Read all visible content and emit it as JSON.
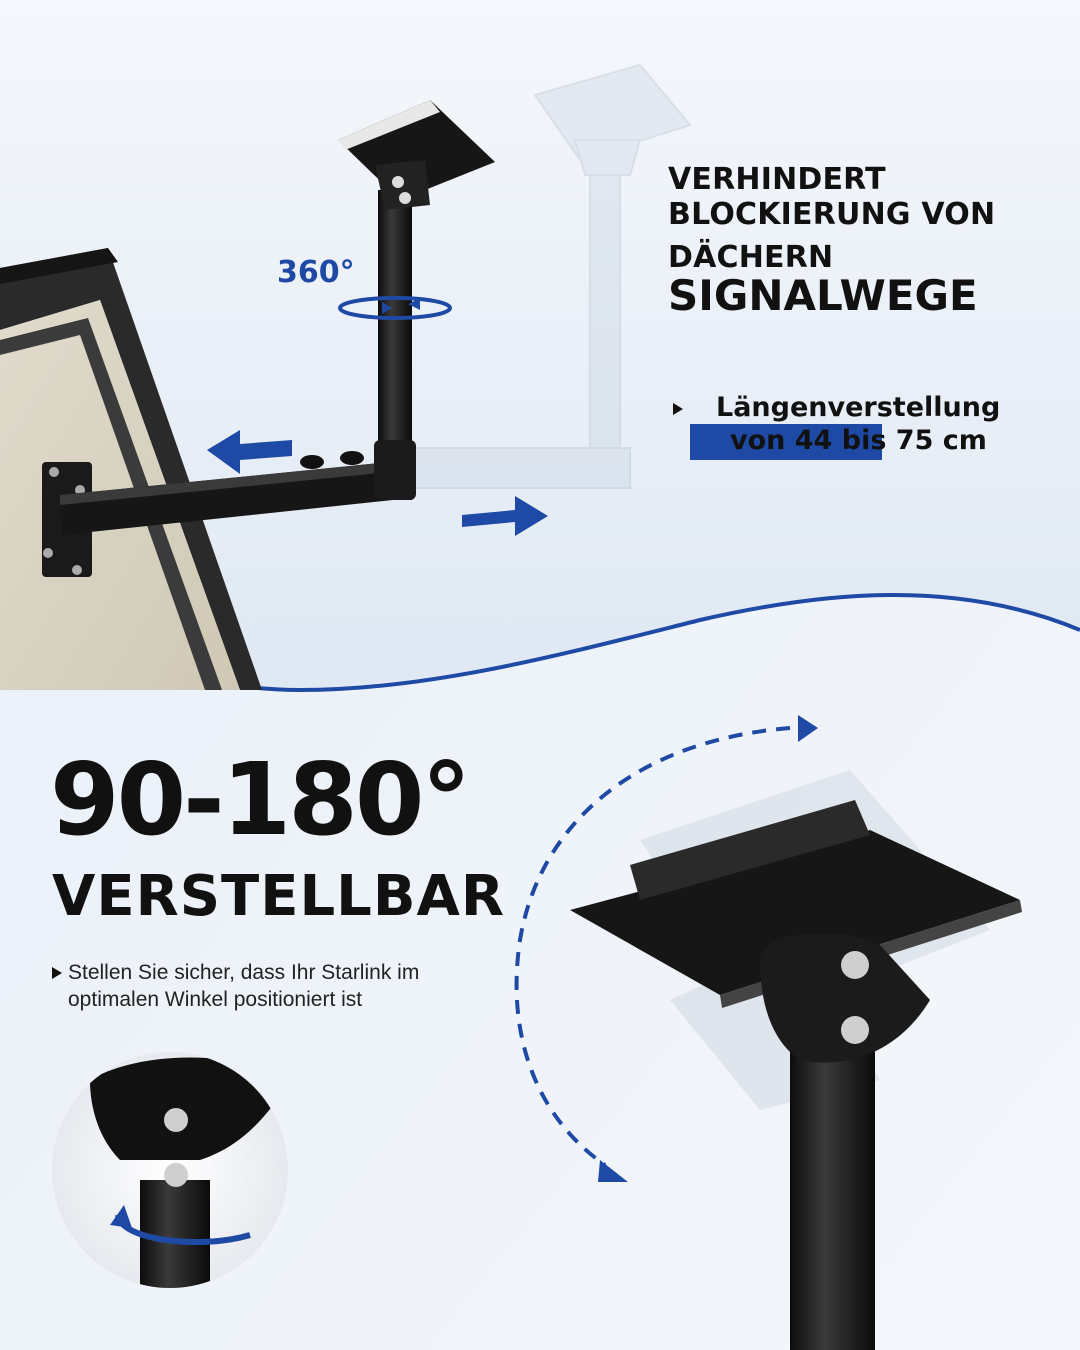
{
  "top": {
    "rotation_label": "360°",
    "headline": {
      "line1": "VERHINDERT",
      "line2": "BLOCKIERUNG VON",
      "line3": "DÄCHERN",
      "line4": "SIGNALWEGE"
    },
    "bullet": {
      "line1": "Längenverstellung",
      "line2": "von 44 bis 75 cm"
    }
  },
  "bottom": {
    "angle": "90-180°",
    "subtitle": "VERSTELLBAR",
    "description": {
      "line1": "Stellen Sie sicher, dass Ihr Starlink im",
      "line2": "optimalen Winkel positioniert ist"
    }
  },
  "colors": {
    "accent": "#1e4aa5",
    "text": "#111111",
    "background_top": "#dde7f3",
    "background_bottom": "#eef3f9"
  },
  "icons": [
    "rotation-arrow-icon",
    "arrow-left-icon",
    "arrow-right-icon",
    "curved-dashed-arrow-icon",
    "bullet-triangle-icon"
  ]
}
